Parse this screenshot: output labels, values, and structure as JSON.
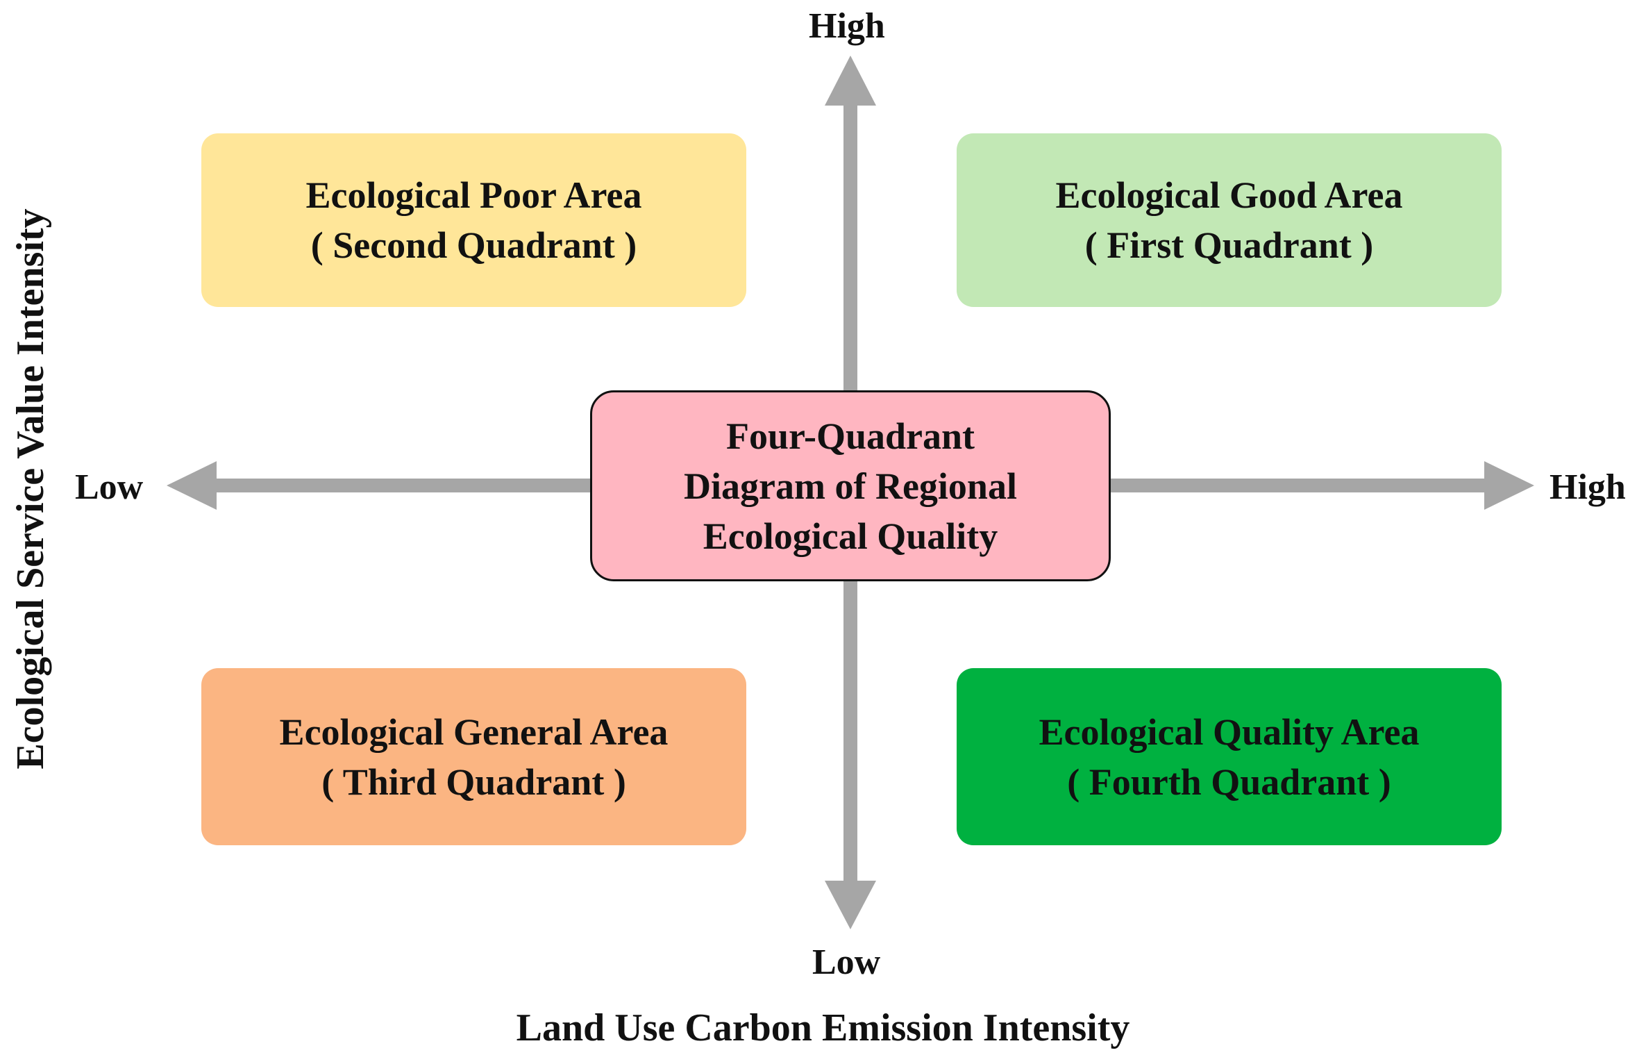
{
  "axes": {
    "y_high": "High",
    "y_low": "Low",
    "x_low": "Low",
    "x_high": "High",
    "x_title": "Land Use Carbon Emission Intensity",
    "y_title": "Ecological Service Value Intensity",
    "arrow_color": "#a6a6a6"
  },
  "center": {
    "line1": "Four-Quadrant",
    "line2": "Diagram of Regional",
    "line3": "Ecological Quality",
    "color": "#ffb6c1"
  },
  "quadrants": {
    "poor": {
      "line1": "Ecological Poor Area",
      "line2": "( Second Quadrant )",
      "color": "#ffe699"
    },
    "good": {
      "line1": "Ecological Good Area",
      "line2": "( First Quadrant )",
      "color": "#c2e8b5"
    },
    "general": {
      "line1": "Ecological General Area",
      "line2": "( Third Quadrant )",
      "color": "#fbb582"
    },
    "quality": {
      "line1": "Ecological Quality Area",
      "line2": "( Fourth Quadrant )",
      "color": "#00b140"
    }
  }
}
